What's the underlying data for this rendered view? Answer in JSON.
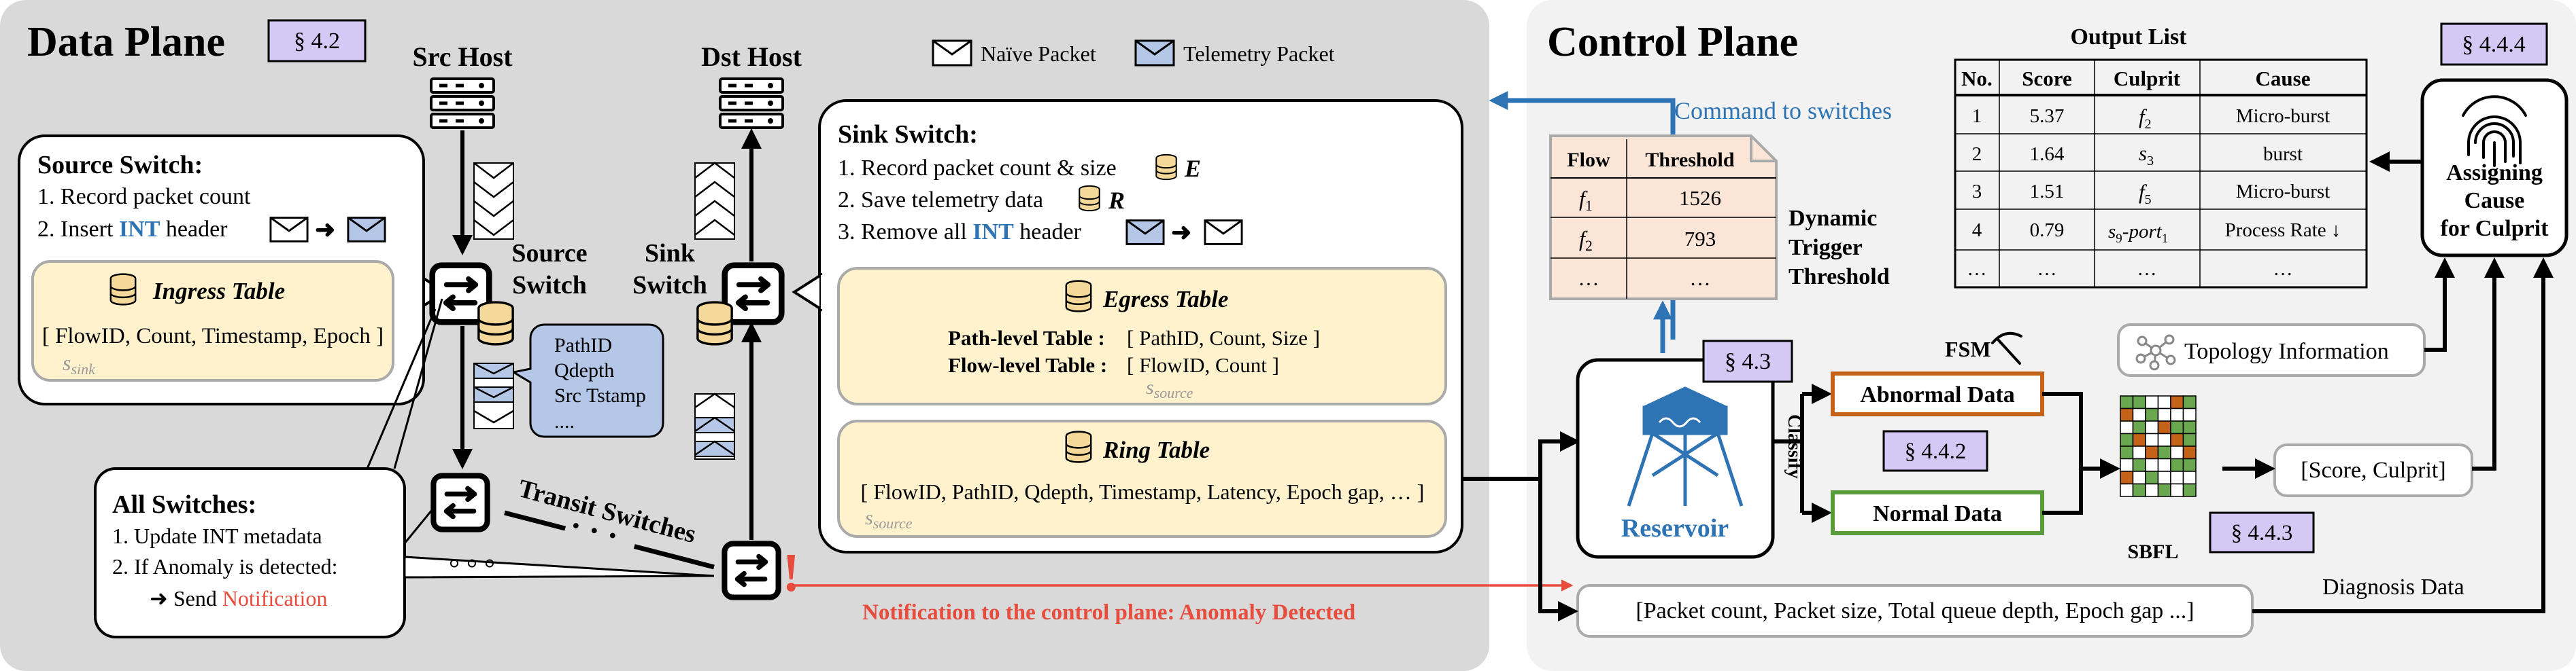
{
  "data_plane": {
    "title": "Data Plane",
    "section_tag": "§ 4.2",
    "src_host_label": "Src Host",
    "dst_host_label": "Dst Host",
    "legend": {
      "naive": "Naïve Packet",
      "telemetry": "Telemetry Packet"
    },
    "source_switch_label_1": "Source",
    "source_switch_label_2": "Switch",
    "sink_switch_label_1": "Sink",
    "sink_switch_label_2": "Switch",
    "transit_label": "Transit Switches",
    "source_box": {
      "title": "Source Switch:",
      "step1": "1.   Record packet count",
      "step2_pre": "2.   Insert",
      "step2_int": "INT",
      "step2_post": "header",
      "ingress_title": "Ingress Table",
      "ingress_fields": "[ FlowID, Count, Timestamp, Epoch ]",
      "ingress_sub": "s",
      "ingress_sub_idx": "sink"
    },
    "int_bubble": {
      "line1": "PathID",
      "line2": "Qdepth",
      "line3": "Src Tstamp",
      "line4": "...."
    },
    "sink_box": {
      "title": "Sink Switch:",
      "step1": "1. Record packet count & size",
      "step1_var": "E",
      "step2": "2. Save telemetry data",
      "step2_var": "R",
      "step3_pre": "3. Remove all",
      "step3_int": "INT",
      "step3_post": "header",
      "egress_title": "Egress Table",
      "egress_path_label": "Path-level Table :",
      "egress_path_fields": "[ PathID, Count, Size ]",
      "egress_flow_label": "Flow-level Table :",
      "egress_flow_fields": "[ FlowID, Count ]",
      "egress_sub": "s",
      "egress_sub_idx": "source",
      "ring_title": "Ring Table",
      "ring_fields": "[ FlowID, PathID, Qdepth, Timestamp, Latency, Epoch gap, … ]",
      "ring_sub": "s",
      "ring_sub_idx": "source"
    },
    "all_switches": {
      "title": "All Switches:",
      "step1": "1.   Update INT metadata",
      "step2": "2.   If Anomaly is detected:",
      "step3_pre": "➜ Send",
      "step3_red": "Notification"
    },
    "notification": "Notification to the control plane: Anomaly Detected"
  },
  "control_plane": {
    "title": "Control Plane",
    "command_label": "Command to switches",
    "threshold_table": {
      "headers": [
        "Flow",
        "Threshold"
      ],
      "rows": [
        {
          "flow": "f",
          "idx": "1",
          "value": "1526"
        },
        {
          "flow": "f",
          "idx": "2",
          "value": "793"
        },
        {
          "flow": "…",
          "idx": "",
          "value": "…"
        }
      ],
      "caption_1": "Dynamic",
      "caption_2": "Trigger",
      "caption_3": "Threshold"
    },
    "output_list": {
      "title": "Output List",
      "headers": [
        "No.",
        "Score",
        "Culprit",
        "Cause"
      ],
      "rows": [
        {
          "no": "1",
          "score": "5.37",
          "culprit": "f",
          "culprit_idx": "2",
          "cause": "Micro-burst"
        },
        {
          "no": "2",
          "score": "1.64",
          "culprit": "s",
          "culprit_idx": "3",
          "cause": "burst"
        },
        {
          "no": "3",
          "score": "1.51",
          "culprit": "f",
          "culprit_idx": "5",
          "cause": "Micro-burst"
        },
        {
          "no": "4",
          "score": "0.79",
          "culprit": "s",
          "culprit_idx": "9",
          "culprit_suffix": "-port",
          "culprit_suffix_idx": "1",
          "cause": "Process Rate ↓"
        },
        {
          "no": "…",
          "score": "…",
          "culprit": "…",
          "culprit_idx": "",
          "cause": "…"
        }
      ]
    },
    "reservoir": {
      "tag": "§ 4.3",
      "label": "Reservoir"
    },
    "fsm_label": "FSM",
    "classify_label": "Classify",
    "abnormal_label": "Abnormal Data",
    "normal_label": "Normal Data",
    "classify_tag": "§ 4.4.2",
    "sbfl": {
      "label": "SBFL",
      "tag": "§ 4.4.3",
      "grid": [
        [
          "g",
          "g",
          "w",
          "w",
          "o",
          "g"
        ],
        [
          "o",
          "w",
          "g",
          "w",
          "w",
          "w"
        ],
        [
          "w",
          "g",
          "w",
          "o",
          "g",
          "g"
        ],
        [
          "g",
          "o",
          "w",
          "w",
          "o",
          "g"
        ],
        [
          "g",
          "w",
          "o",
          "g",
          "w",
          "o"
        ],
        [
          "w",
          "g",
          "w",
          "w",
          "g",
          "g"
        ],
        [
          "o",
          "w",
          "g",
          "w",
          "w",
          "w"
        ],
        [
          "w",
          "g",
          "w",
          "g",
          "w",
          "g"
        ]
      ],
      "colors": {
        "g": "#6aa84f",
        "o": "#c5621a",
        "w": "#ffffff"
      }
    },
    "topology_label": "Topology Information",
    "score_culprit_label": "[Score, Culprit]",
    "diagnosis_label": "Diagnosis Data",
    "diagnosis_fields": "[Packet count, Packet size, Total queue depth, Epoch gap ...]",
    "assign": {
      "tag": "§ 4.4.4",
      "line1": "Assigning",
      "line2": "Cause",
      "line3": "for Culprit"
    }
  },
  "colors": {
    "data_plane_bg": "#d9d9d9",
    "control_plane_bg": "#f2f2f2",
    "tag_bg": "#d4c8f5",
    "table_bg": "#fff2cc",
    "blue": "#2e74b5",
    "red": "#e74c3c",
    "threshold_bg": "#fbe5d6",
    "abnormal_border": "#c5621a",
    "normal_border": "#5a9c3a"
  }
}
